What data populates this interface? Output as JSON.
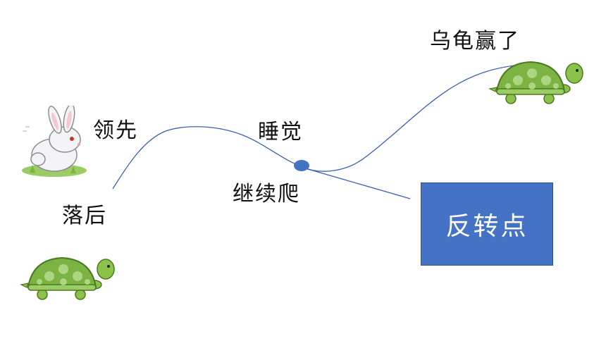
{
  "labels": {
    "behind": "落后",
    "lead": "领先",
    "sleep": "睡觉",
    "continue_crawl": "继续爬",
    "tortoise_won": "乌龟赢了"
  },
  "callout": {
    "text": "反转点"
  },
  "colors": {
    "curve": "#3a5fb0",
    "marker": "#4472c4",
    "box_fill": "#4472c4",
    "box_text": "#ffffff",
    "tortoise_shell": "#7cb342",
    "tortoise_spots": "#aed581",
    "tortoise_skin": "#8bc34a",
    "grass": "#9ccc65"
  },
  "icons": {
    "rabbit": "rabbit-icon",
    "tortoise": "tortoise-icon"
  }
}
